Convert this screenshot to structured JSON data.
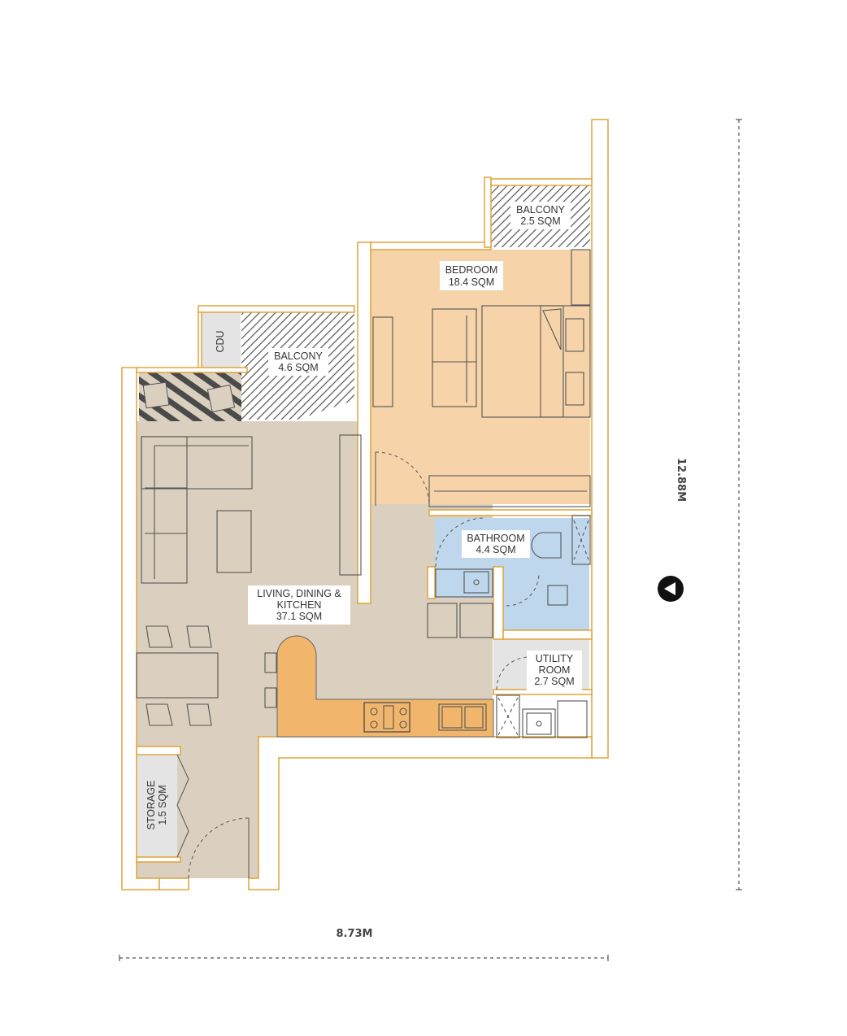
{
  "rooms": {
    "balcony_small": {
      "name": "BALCONY",
      "area": "2.5 SQM"
    },
    "bedroom": {
      "name": "BEDROOM",
      "area": "18.4 SQM"
    },
    "cdu": {
      "name": "CDU"
    },
    "balcony_main": {
      "name": "BALCONY",
      "area": "4.6 SQM"
    },
    "bathroom": {
      "name": "BATHROOM",
      "area": "4.4 SQM"
    },
    "living": {
      "name_line1": "LIVING, DINING &",
      "name_line2": "KITCHEN",
      "area": "37.1 SQM"
    },
    "utility": {
      "name_line1": "UTILITY",
      "name_line2": "ROOM",
      "area": "2.7 SQM"
    },
    "storage": {
      "name": "STORAGE",
      "area": "1.5 SQM"
    }
  },
  "dimensions": {
    "width": "8.73M",
    "height": "12.88M"
  },
  "colors": {
    "wall_outline": "#e0a33a",
    "bedroom_fill": "#f6d3a8",
    "living_fill": "#dbd0bf",
    "bathroom_fill": "#bed7ec",
    "kitchen_counter": "#f1b66c",
    "service_fill": "#e4e4e4"
  },
  "icons": {
    "north_marker": "north-arrow-icon"
  }
}
